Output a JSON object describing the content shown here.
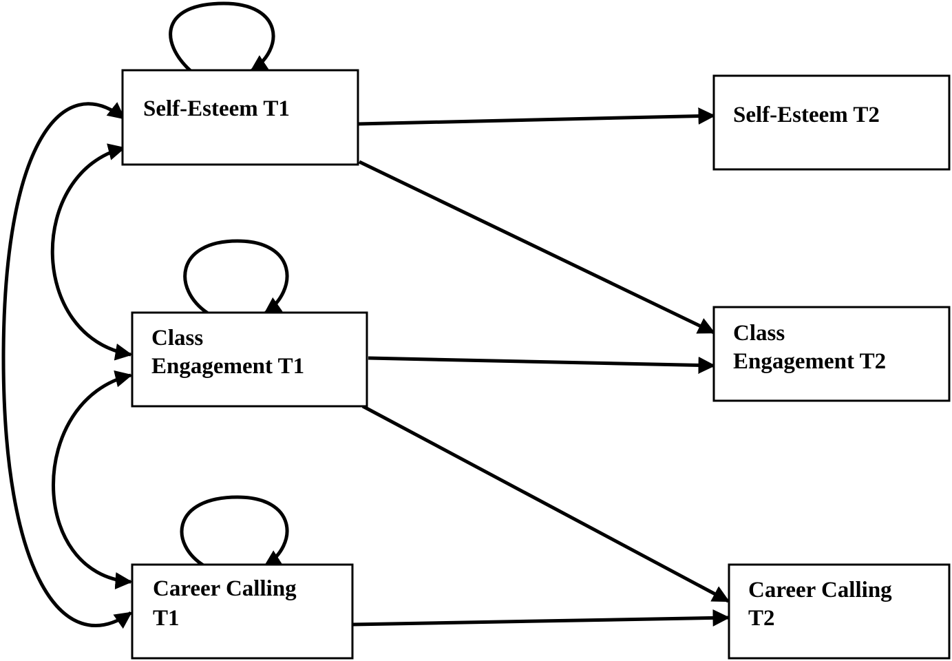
{
  "diagram": {
    "nodes": {
      "se_t1": {
        "lines": [
          "Self-Esteem T1"
        ]
      },
      "ce_t1": {
        "lines": [
          "Class",
          "Engagement T1"
        ]
      },
      "cc_t1": {
        "lines": [
          "Career Calling",
          "T1"
        ]
      },
      "se_t2": {
        "lines": [
          "Self-Esteem T2"
        ]
      },
      "ce_t2": {
        "lines": [
          "Class",
          "Engagement T2"
        ]
      },
      "cc_t2": {
        "lines": [
          "Career Calling",
          "T2"
        ]
      }
    },
    "paths": [
      {
        "from": "se_t1",
        "to": "se_t2",
        "kind": "directed"
      },
      {
        "from": "se_t1",
        "to": "ce_t2",
        "kind": "directed"
      },
      {
        "from": "ce_t1",
        "to": "ce_t2",
        "kind": "directed"
      },
      {
        "from": "ce_t1",
        "to": "cc_t2",
        "kind": "directed"
      },
      {
        "from": "cc_t1",
        "to": "cc_t2",
        "kind": "directed"
      },
      {
        "from": "se_t1",
        "to": "ce_t1",
        "kind": "covariance"
      },
      {
        "from": "ce_t1",
        "to": "cc_t1",
        "kind": "covariance"
      },
      {
        "from": "se_t1",
        "to": "cc_t1",
        "kind": "covariance"
      },
      {
        "from": "se_t1",
        "to": "se_t1",
        "kind": "variance"
      },
      {
        "from": "ce_t1",
        "to": "ce_t1",
        "kind": "variance"
      },
      {
        "from": "cc_t1",
        "to": "cc_t1",
        "kind": "variance"
      }
    ],
    "colors": {
      "stroke": "#000000",
      "fill": "#ffffff",
      "text": "#000000"
    }
  }
}
